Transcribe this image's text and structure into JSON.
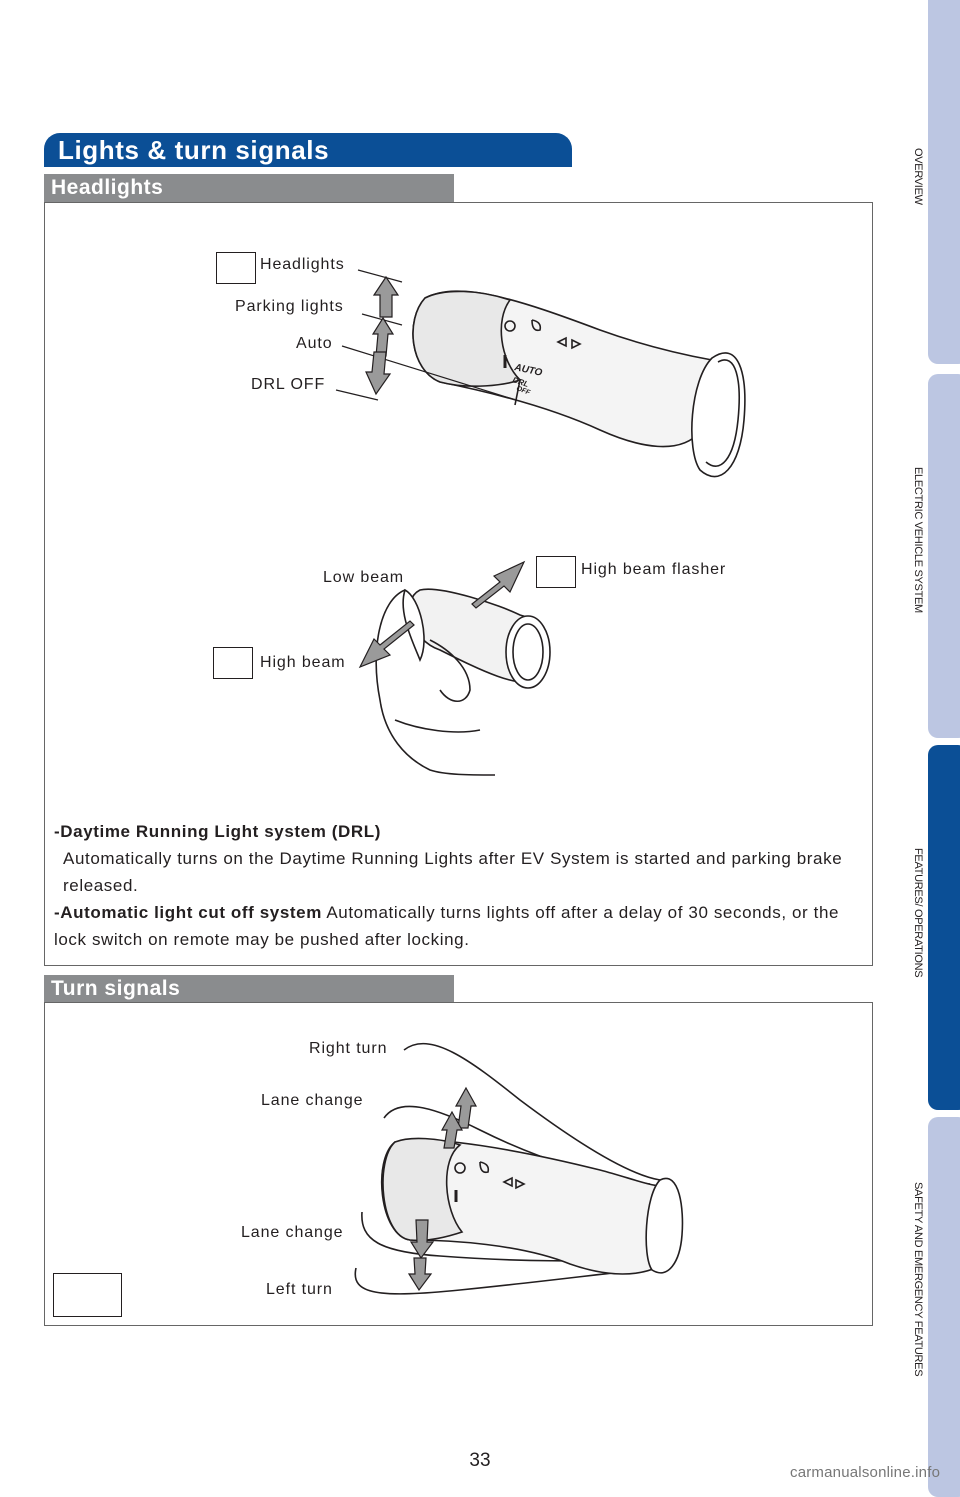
{
  "side_tabs": [
    {
      "label": "OVERVIEW",
      "active": false
    },
    {
      "label": "ELECTRIC VEHICLE SYSTEM",
      "active": false
    },
    {
      "label": "FEATURES/ OPERATIONS",
      "active": true
    },
    {
      "label": "SAFETY AND EMERGENCY FEATURES",
      "active": false
    }
  ],
  "title": "Lights & turn signals",
  "headlights": {
    "heading": "Headlights",
    "labels": {
      "headlights": "Headlights",
      "parking_lights": "Parking lights",
      "auto": "Auto",
      "drl_off": "DRL OFF",
      "low_beam": "Low beam",
      "high_beam_flasher": "High beam flasher",
      "high_beam": "High beam"
    },
    "switch_marks": {
      "auto": "AUTO",
      "drl": "DRL",
      "off": "OFF"
    },
    "drl": {
      "dash": "-",
      "heading": "Daytime Running Light system (DRL)",
      "text": "Automatically turns on the Daytime Running Lights after EV System is started and parking brake released."
    },
    "cutoff": {
      "dash": "-",
      "heading": "Automatic light cut off system",
      "text": "Automatically turns lights off after a delay of 30 seconds, or the lock switch on remote may be pushed after locking."
    }
  },
  "turn_signals": {
    "heading": "Turn signals",
    "labels": {
      "right_turn": "Right turn",
      "lane_change_up": "Lane change",
      "lane_change_down": "Lane change",
      "left_turn": "Left turn"
    }
  },
  "page_number": "33",
  "watermark": "carmanualsonline.info",
  "colors": {
    "brand_blue": "#0b4f96",
    "tab_light": "#bcc6e2",
    "sub_gray": "#8a8c8e"
  }
}
